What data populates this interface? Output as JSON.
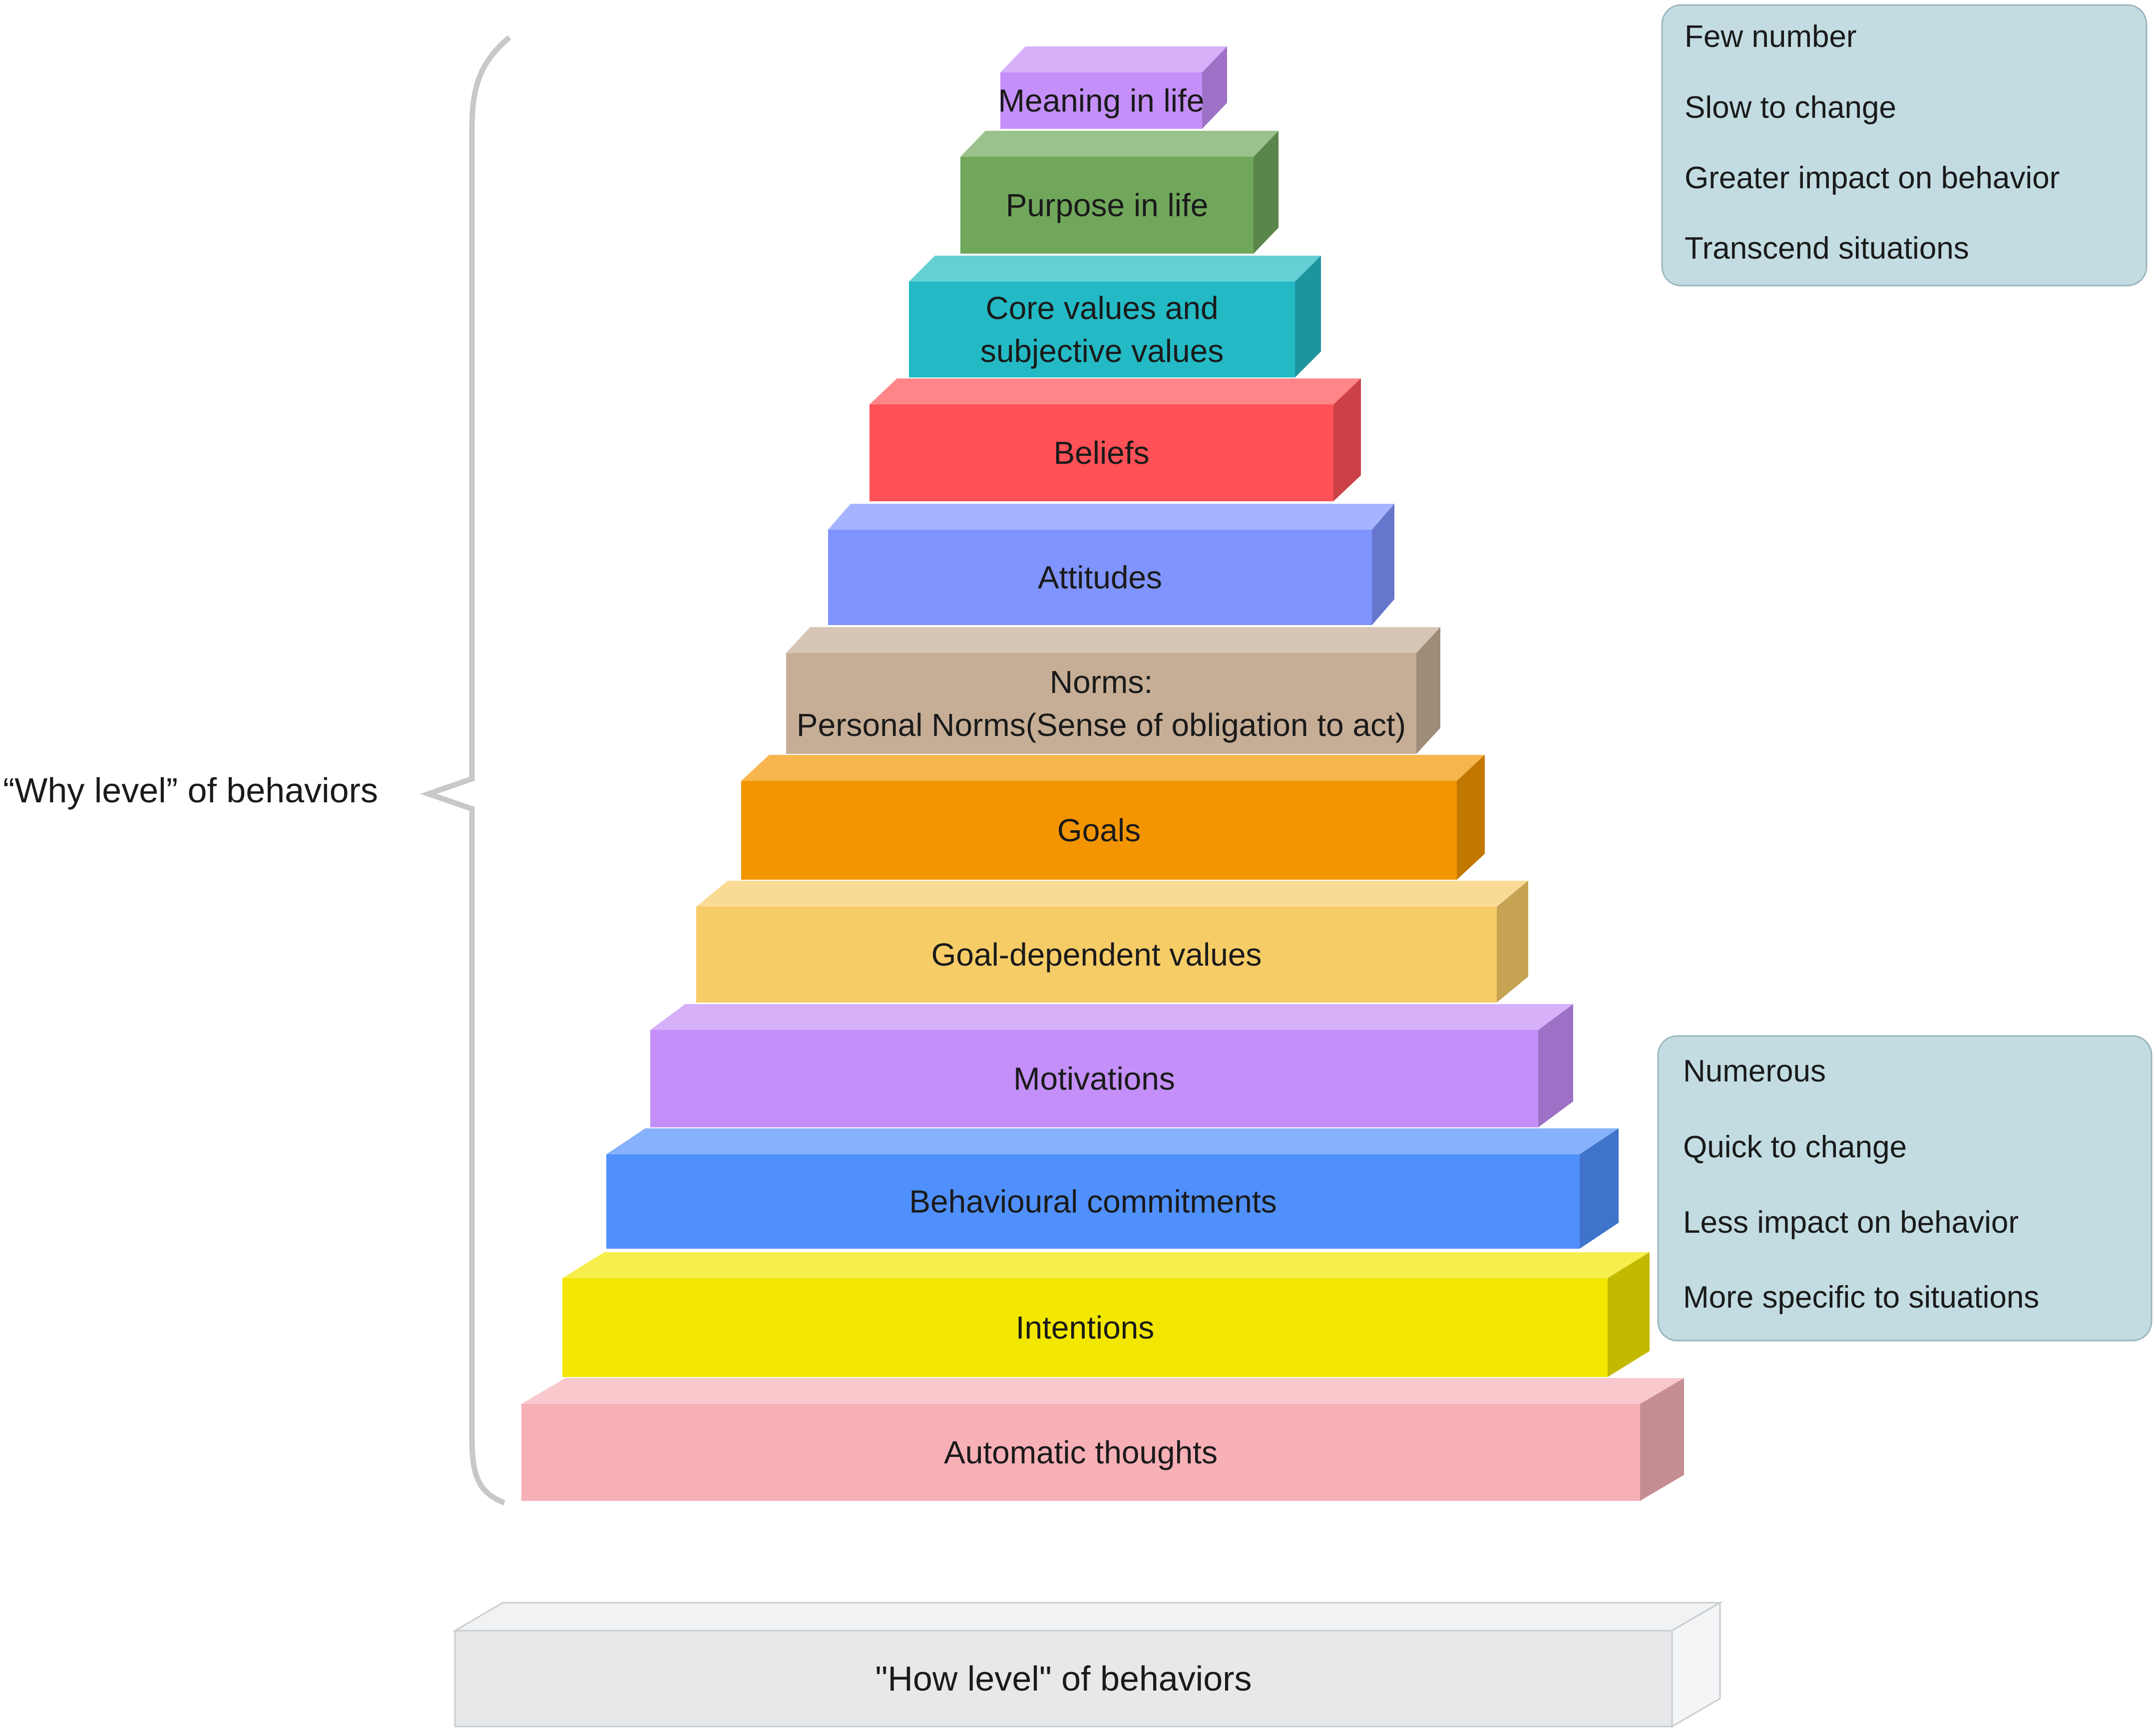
{
  "pyramid": {
    "blocks": [
      {
        "lines": [
          "Meaning in life"
        ],
        "color": "#c48ff8"
      },
      {
        "lines": [
          "Purpose in life"
        ],
        "color": "#70a75b"
      },
      {
        "lines": [
          "Core values and",
          "subjective values"
        ],
        "color": "#23bac5"
      },
      {
        "lines": [
          "Beliefs"
        ],
        "color": "#ff5157"
      },
      {
        "lines": [
          "Attitudes"
        ],
        "color": "#8094ff"
      },
      {
        "lines": [
          "Norms:",
          "Personal Norms(Sense of obligation to act)"
        ],
        "color": "#c6ae96"
      },
      {
        "lines": [
          "Goals"
        ],
        "color": "#f39500"
      },
      {
        "lines": [
          "Goal-dependent values"
        ],
        "color": "#f6cc67"
      },
      {
        "lines": [
          "Motivations"
        ],
        "color": "#c48ff8"
      },
      {
        "lines": [
          "Behavioural commitments"
        ],
        "color": "#5090fc"
      },
      {
        "lines": [
          "Intentions"
        ],
        "color": "#f2e700"
      },
      {
        "lines": [
          "Automatic thoughts"
        ],
        "color": "#f6b0b6"
      }
    ]
  },
  "why_label": "“Why level” of behaviors",
  "base": {
    "label": "\"How level\" of behaviors",
    "color": "#e6e8ea"
  },
  "top_panel": {
    "items": [
      "Few number",
      "Slow to change",
      "Greater impact on behavior",
      "Transcend situations"
    ],
    "color": "#c2dce2"
  },
  "bottom_panel": {
    "items": [
      "Numerous",
      "Quick to change",
      "Less impact on behavior",
      "More specific to situations"
    ],
    "color": "#c2dce2"
  },
  "bracket_color": "#c8c8c8"
}
